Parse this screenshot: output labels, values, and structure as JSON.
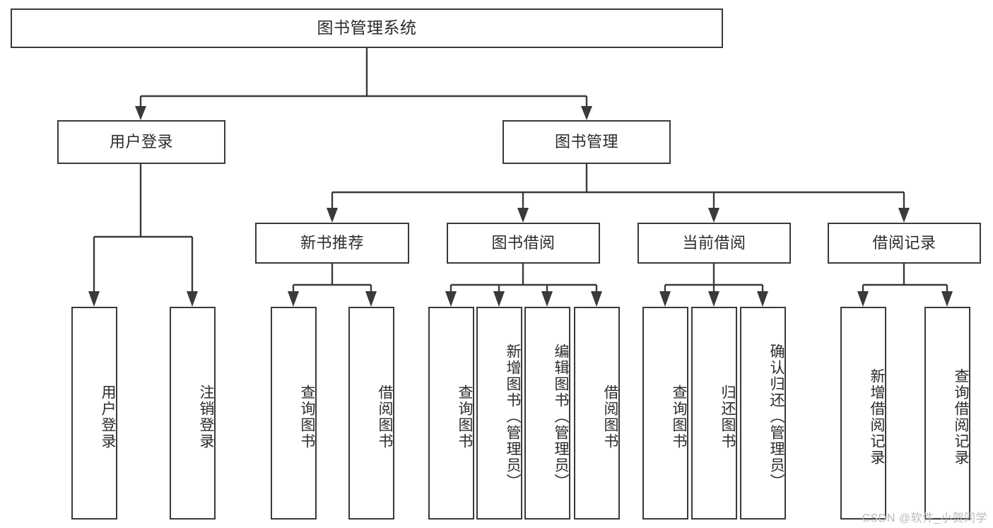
{
  "diagram": {
    "title": "图书管理系统",
    "type": "tree-hierarchy-chart",
    "watermark": "CSDN @软件_小贺同学",
    "root": {
      "id": "root",
      "label": "图书管理系统"
    },
    "level2": [
      {
        "id": "user-login",
        "label": "用户登录"
      },
      {
        "id": "book-management",
        "label": "图书管理"
      }
    ],
    "level3": [
      {
        "id": "new-book-recommend",
        "label": "新书推荐"
      },
      {
        "id": "book-borrow",
        "label": "图书借阅"
      },
      {
        "id": "current-borrow",
        "label": "当前借阅"
      },
      {
        "id": "borrow-record",
        "label": "借阅记录"
      }
    ],
    "leaves": [
      {
        "id": "leaf-user-login",
        "label": "用户登录",
        "parent": "user-login"
      },
      {
        "id": "leaf-logout-login",
        "label": "注销登录",
        "parent": "user-login"
      },
      {
        "id": "leaf-query-book-1",
        "label": "查询图书",
        "parent": "new-book-recommend"
      },
      {
        "id": "leaf-borrow-book-1",
        "label": "借阅图书",
        "parent": "new-book-recommend"
      },
      {
        "id": "leaf-query-book-2",
        "label": "查询图书",
        "parent": "book-borrow"
      },
      {
        "id": "leaf-add-book-admin",
        "label": "新增图书（管理员）",
        "parent": "book-borrow"
      },
      {
        "id": "leaf-edit-book-admin",
        "label": "编辑图书（管理员）",
        "parent": "book-borrow"
      },
      {
        "id": "leaf-borrow-book-2",
        "label": "借阅图书",
        "parent": "book-borrow"
      },
      {
        "id": "leaf-query-book-3",
        "label": "查询图书",
        "parent": "current-borrow"
      },
      {
        "id": "leaf-return-book",
        "label": "归还图书",
        "parent": "current-borrow"
      },
      {
        "id": "leaf-confirm-return-admin",
        "label": "确认归还（管理员）",
        "parent": "current-borrow"
      },
      {
        "id": "leaf-add-borrow-record",
        "label": "新增借阅记录",
        "parent": "borrow-record"
      },
      {
        "id": "leaf-query-borrow-record",
        "label": "查询借阅记录",
        "parent": "borrow-record"
      }
    ],
    "colors": {
      "stroke": "#3a3a3a",
      "fill": "#ffffff",
      "text": "#2b2b2b",
      "watermark": "#b9b9b9"
    }
  }
}
